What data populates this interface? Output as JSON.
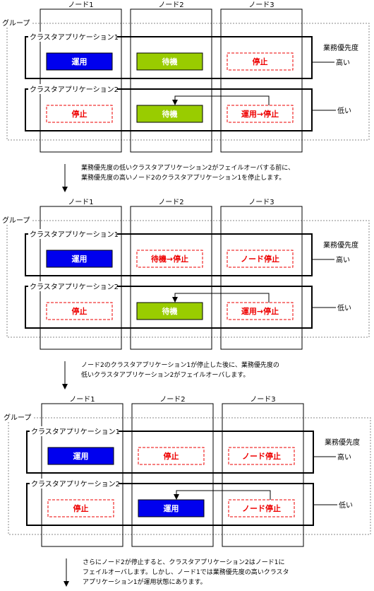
{
  "diagram": {
    "group_label": "グループ",
    "priority_label": "業務優先度",
    "priority_high": "高い",
    "priority_low": "低い",
    "nodes": [
      "ノード1",
      "ノード2",
      "ノード3"
    ],
    "apps": [
      "クラスタアプリケーション1",
      "クラスタアプリケーション2"
    ],
    "colors": {
      "active": "#0000ee",
      "standby": "#99cc00",
      "stopped_border": "#ee0000",
      "stopped_text": "#ee0000"
    },
    "stages": [
      {
        "rows": [
          [
            {
              "label": "運用",
              "style": "active"
            },
            {
              "label": "待機",
              "style": "standby"
            },
            {
              "label": "停止",
              "style": "stopped"
            }
          ],
          [
            {
              "label": "停止",
              "style": "stopped"
            },
            {
              "label": "待機",
              "style": "standby"
            },
            {
              "label": "運用→停止",
              "style": "stopped"
            }
          ]
        ],
        "failover_arrow": "row2-node3-to-node2",
        "caption": [
          "業務優先度の低いクラスタアプリケーション2がフェイルオーバする前に、",
          "業務優先度の高いノード2のクラスタアプリケーション1を停止します。"
        ]
      },
      {
        "rows": [
          [
            {
              "label": "運用",
              "style": "active"
            },
            {
              "label": "待機→停止",
              "style": "stopped"
            },
            {
              "label": "ノード停止",
              "style": "stopped"
            }
          ],
          [
            {
              "label": "停止",
              "style": "stopped"
            },
            {
              "label": "待機",
              "style": "standby"
            },
            {
              "label": "運用→停止",
              "style": "stopped"
            }
          ]
        ],
        "failover_arrow": "row2-node3-to-node2",
        "caption": [
          "ノード2のクラスタアプリケーション1が停止した後に、業務優先度の",
          "低いクラスタアプリケーション2がフェイルオーバします。"
        ]
      },
      {
        "rows": [
          [
            {
              "label": "運用",
              "style": "active"
            },
            {
              "label": "停止",
              "style": "stopped"
            },
            {
              "label": "ノード停止",
              "style": "stopped"
            }
          ],
          [
            {
              "label": "停止",
              "style": "stopped"
            },
            {
              "label": "運用",
              "style": "active"
            },
            {
              "label": "ノード停止",
              "style": "stopped"
            }
          ]
        ],
        "failover_arrow": "row2-node3-to-node2",
        "caption": [
          "さらにノード2が停止すると、クラスタアプリケーション2はノード1に",
          "フェイルオーバします。しかし、ノード1では業務優先度の高いクラスタ",
          "アプリケーション1が運用状態にあります。"
        ]
      }
    ]
  }
}
